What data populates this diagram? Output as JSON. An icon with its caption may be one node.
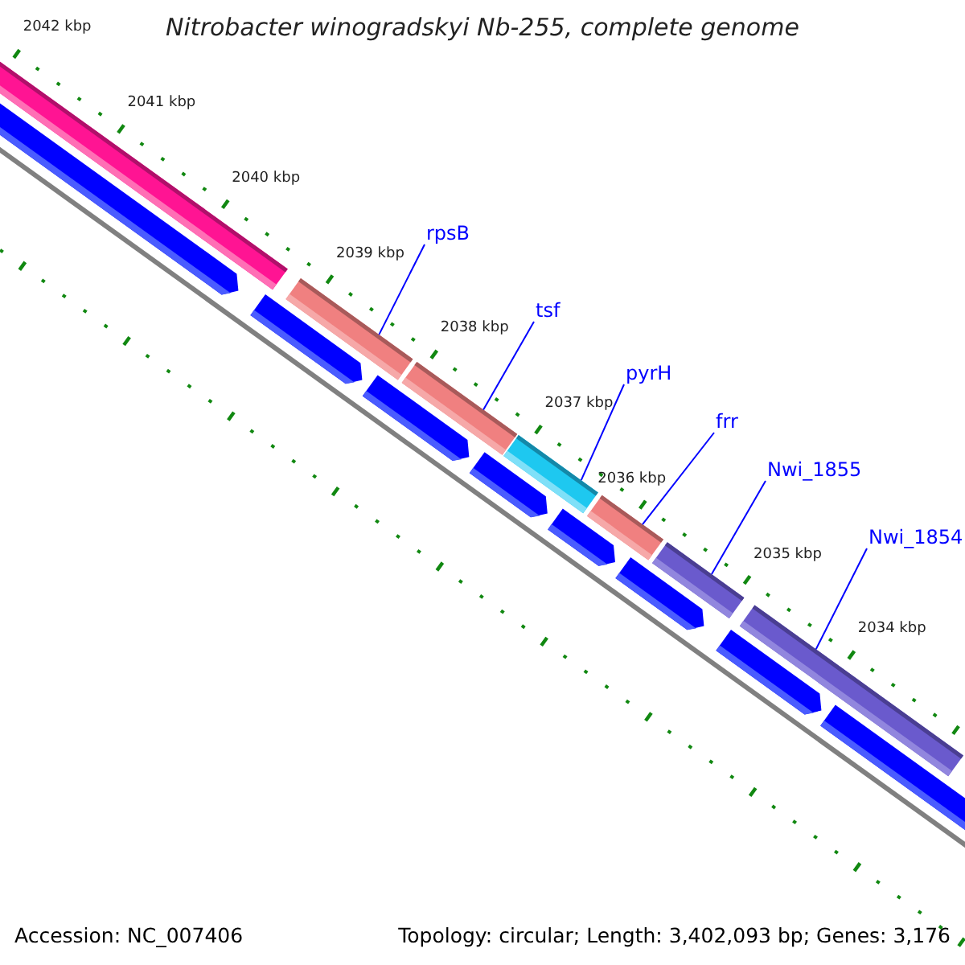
{
  "diagram": {
    "title": "Nitrobacter winogradskyi Nb-255, complete genome",
    "nodes": [
      {
        "text": [
          "rpsB"
        ]
      },
      {
        "text": [
          "tsf"
        ]
      },
      {
        "text": [
          "pyrH"
        ]
      },
      {
        "text": [
          "frr"
        ]
      },
      {
        "text": [
          "Nwi_1855"
        ]
      },
      {
        "text": [
          "Nwi_1854"
        ]
      },
      {
        "text": [],
        "shape": "bar"
      },
      {
        "text": [],
        "shape": "bar"
      },
      {
        "text": [],
        "shape": "bar"
      },
      {
        "text": [],
        "shape": "bar"
      },
      {
        "text": [],
        "shape": "bar"
      },
      {
        "text": [],
        "shape": "bar"
      },
      {
        "text": [],
        "shape": "bar"
      },
      {
        "text": [],
        "shape": "arrow"
      },
      {
        "text": [],
        "shape": "arrow"
      },
      {
        "text": [],
        "shape": "arrow"
      },
      {
        "text": [],
        "shape": "arrow"
      },
      {
        "text": [],
        "shape": "arrow"
      },
      {
        "text": [],
        "shape": "arrow"
      },
      {
        "text": [],
        "shape": "arrow"
      },
      {
        "text": [],
        "shape": "arrow"
      }
    ],
    "edges": [
      {
        "from": 0,
        "to": 6,
        "arrow": "none"
      },
      {
        "from": 1,
        "to": 7,
        "arrow": "none"
      },
      {
        "from": 2,
        "to": 8,
        "arrow": "none"
      },
      {
        "from": 3,
        "to": 9,
        "arrow": "none"
      },
      {
        "from": 4,
        "to": 10,
        "arrow": "none"
      },
      {
        "from": 5,
        "to": 11,
        "arrow": "none"
      }
    ],
    "labels": [
      "2042 kbp",
      "2041 kbp",
      "2040 kbp",
      "2039 kbp",
      "2038 kbp",
      "2037 kbp",
      "2036 kbp",
      "2035 kbp",
      "2034 kbp",
      "Accession: NC_007406",
      "Topology: circular; Length: 3,402,093 bp; Genes: 3,176"
    ]
  }
}
